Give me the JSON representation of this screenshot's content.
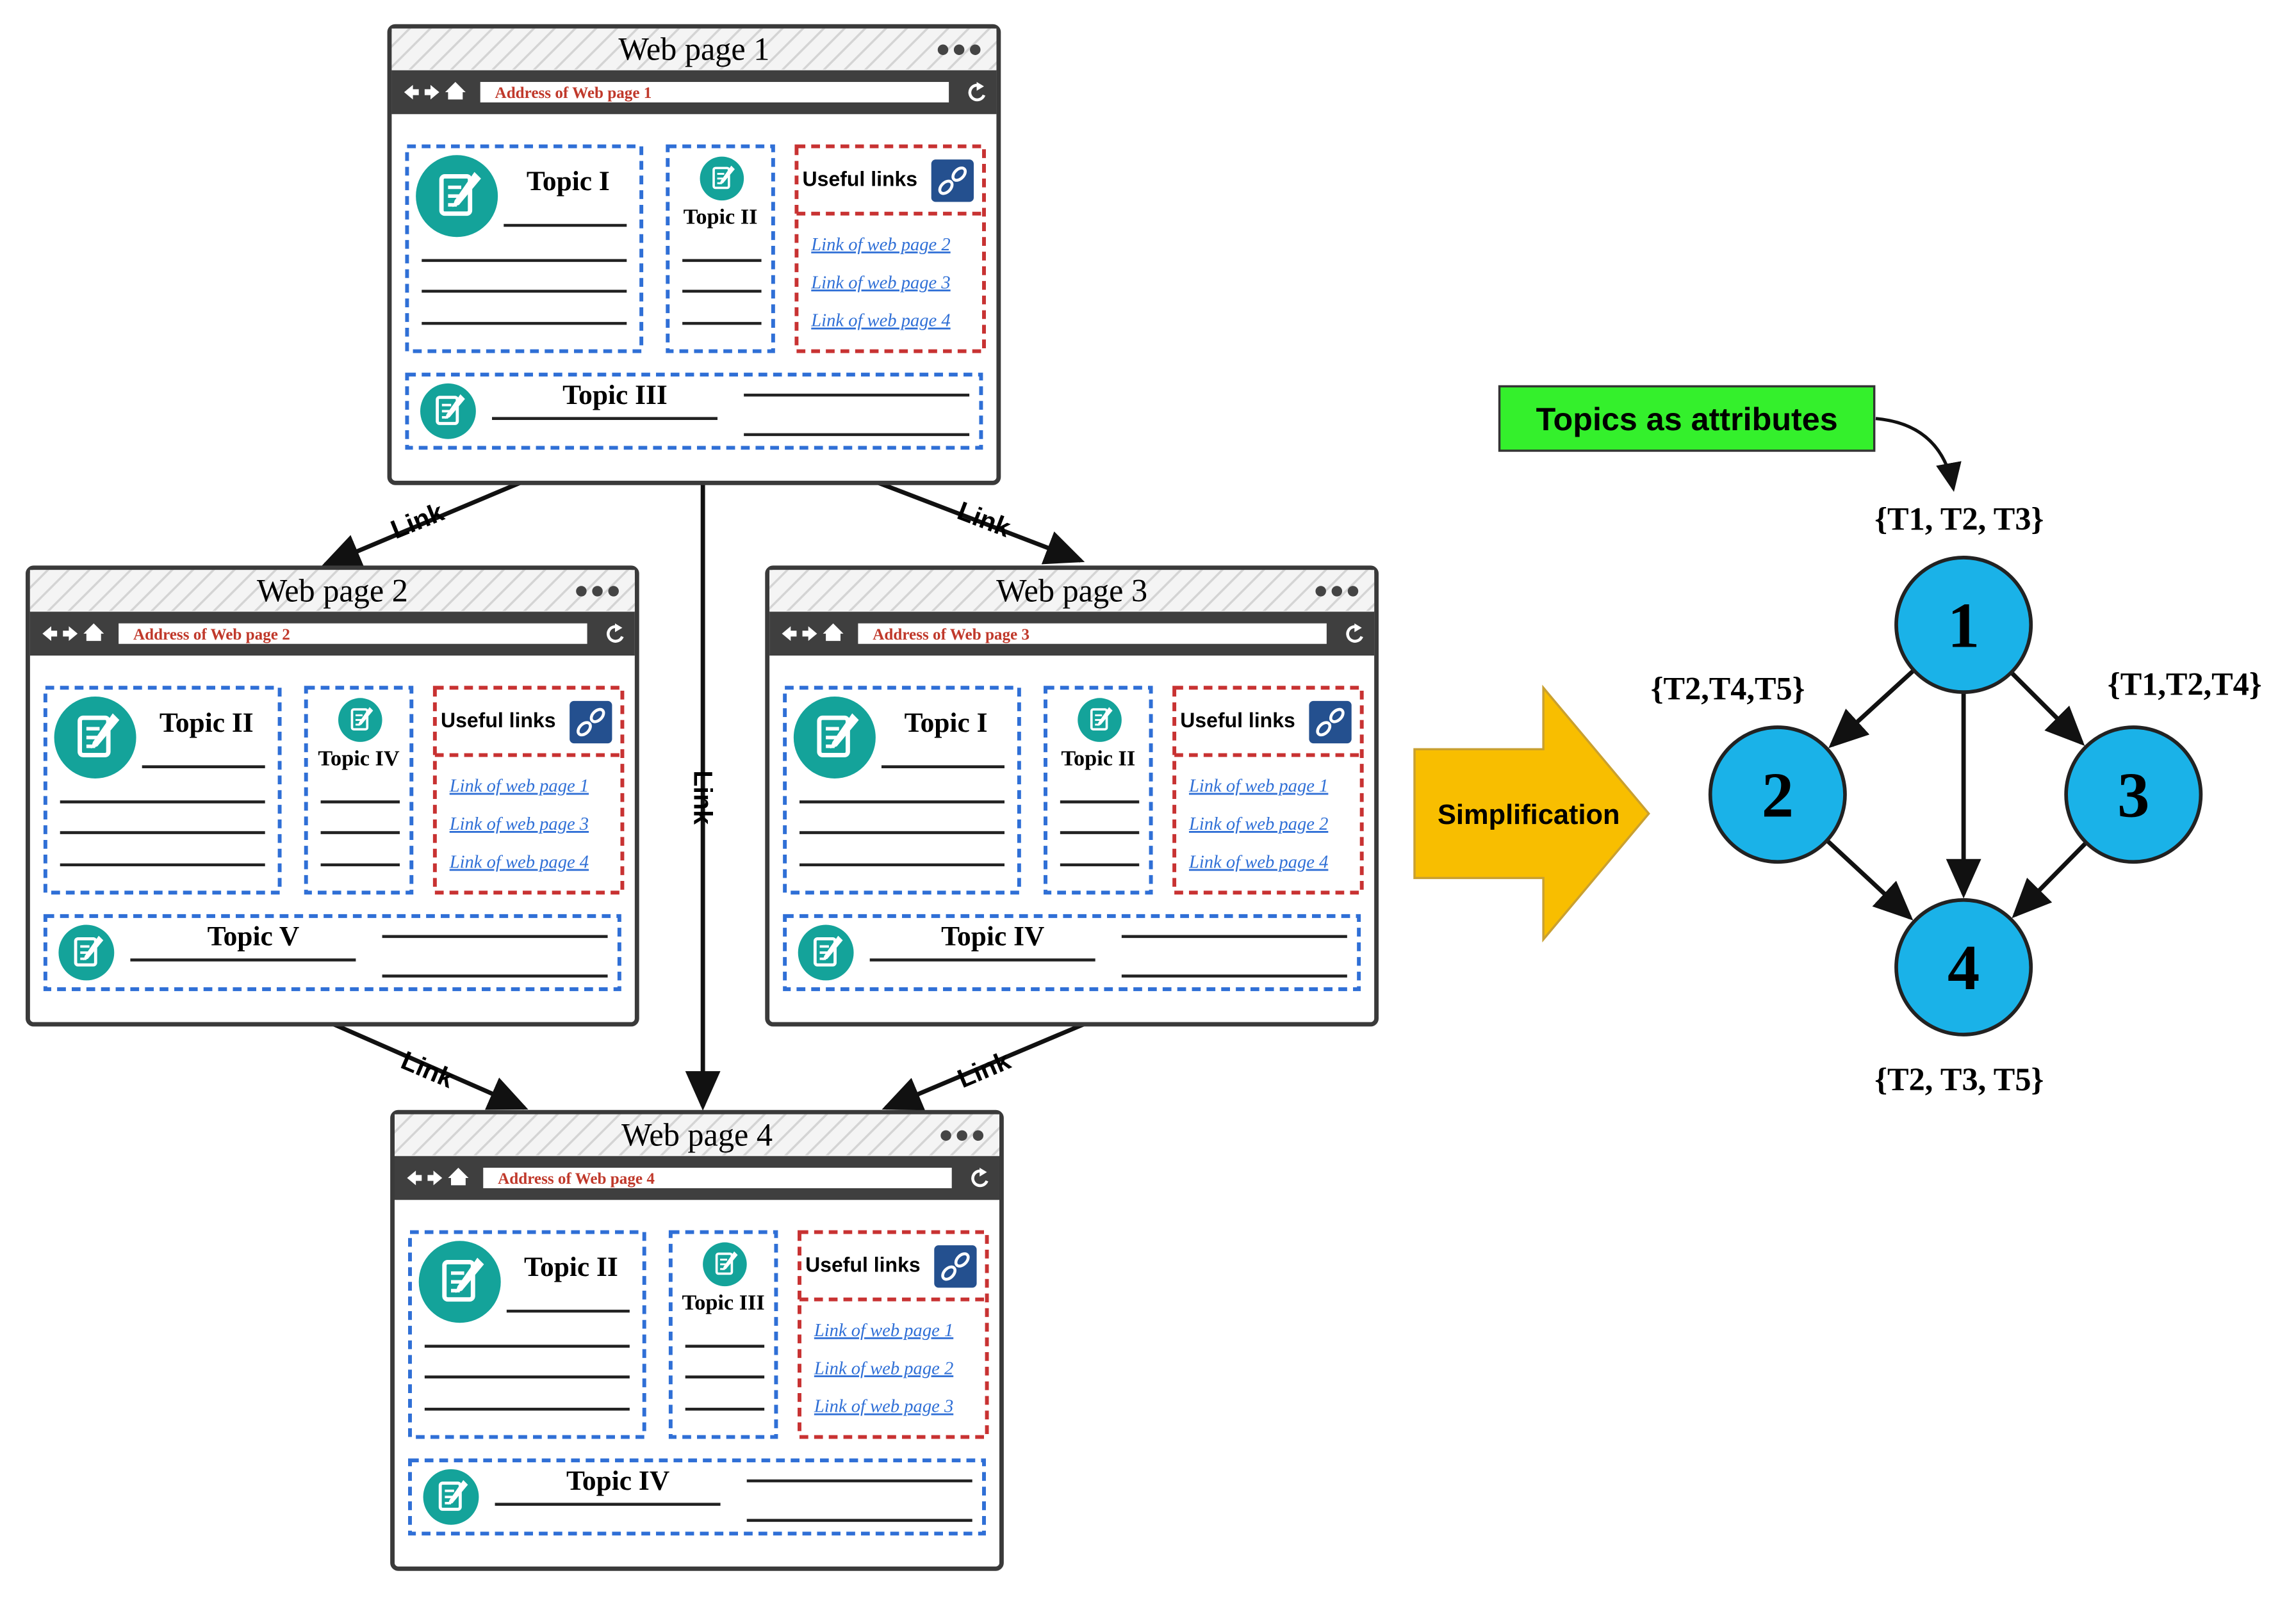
{
  "colors": {
    "window_border": "#3a3a3a",
    "toolbar": "#3f3f3f",
    "address_text": "#c0392b",
    "topic_border": "#2f6fd6",
    "links_border": "#c83232",
    "topic_icon": "#14a39a",
    "link_icon": "#24508f",
    "link_text": "#2f6fd6",
    "node_fill": "#1ab2e8",
    "arrow_fill": "#f8be00",
    "attr_box_fill": "#34f02c"
  },
  "web_pages": [
    {
      "title": "Web page 1",
      "address": "Address of Web page 1",
      "topic_main": "Topic I",
      "topic_side": "Topic II",
      "topic_bottom": "Topic III",
      "useful_links_title": "Useful links",
      "links": [
        "Link of web page 2",
        "Link of web page 3",
        "Link of web page 4"
      ]
    },
    {
      "title": "Web page 2",
      "address": "Address of Web page 2",
      "topic_main": "Topic II",
      "topic_side": "Topic IV",
      "topic_bottom": "Topic V",
      "useful_links_title": "Useful links",
      "links": [
        "Link of web page 1",
        "Link of web page 3",
        "Link of web page 4"
      ]
    },
    {
      "title": "Web page 3",
      "address": "Address of Web page 3",
      "topic_main": "Topic I",
      "topic_side": "Topic II",
      "topic_bottom": "Topic IV",
      "useful_links_title": "Useful links",
      "links": [
        "Link of web page 1",
        "Link of web page 2",
        "Link of web page 4"
      ]
    },
    {
      "title": "Web page 4",
      "address": "Address of Web page 4",
      "topic_main": "Topic II",
      "topic_side": "Topic III",
      "topic_bottom": "Topic IV",
      "useful_links_title": "Useful links",
      "links": [
        "Link of web page 1",
        "Link of web page 2",
        "Link of web page 3"
      ]
    }
  ],
  "edge_labels": [
    "Link",
    "Link",
    "Link",
    "Link",
    "Link"
  ],
  "simplification_label": "Simplification",
  "attributes_box_label": "Topics as attributes",
  "graph": {
    "nodes": [
      {
        "id": "1",
        "attributes": "{T1, T2, T3}"
      },
      {
        "id": "2",
        "attributes": "{T2,T4,T5}"
      },
      {
        "id": "3",
        "attributes": "{T1,T2,T4}"
      },
      {
        "id": "4",
        "attributes": "{T2, T3, T5}"
      }
    ],
    "edges": [
      {
        "from": "1",
        "to": "2"
      },
      {
        "from": "1",
        "to": "3"
      },
      {
        "from": "1",
        "to": "4"
      },
      {
        "from": "2",
        "to": "4"
      },
      {
        "from": "3",
        "to": "4"
      }
    ]
  }
}
